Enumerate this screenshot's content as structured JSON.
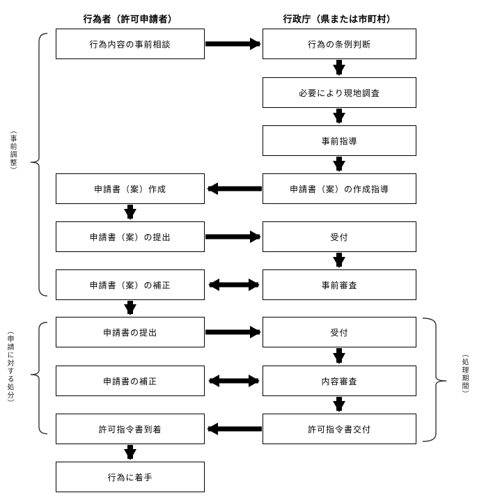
{
  "headers": {
    "actor": "行為者（許可申請者）",
    "agency": "行政庁（県または市町村）"
  },
  "side_labels": {
    "pre_coordination": "（事前調整）",
    "application_disposition": "（申請に対する処分）",
    "processing_period": "（処理期間）"
  },
  "boxes": {
    "left": [
      "行為内容の事前相談",
      "申請書（案）作成",
      "申請書（案）の提出",
      "申請書（案）の補正",
      "申請書の提出",
      "申請書の補正",
      "許可指令書到着",
      "行為に着手"
    ],
    "right": [
      "行為の条例判断",
      "必要により現地調査",
      "事前指導",
      "申請書（案）の作成指導",
      "受付",
      "事前審査",
      "受付",
      "内容審査",
      "許可指令書交付"
    ]
  },
  "flows": [
    {
      "from": "行為内容の事前相談",
      "to": "行為の条例判断",
      "direction": "right"
    },
    {
      "from": "行為の条例判断",
      "to": "必要により現地調査",
      "direction": "down"
    },
    {
      "from": "必要により現地調査",
      "to": "事前指導",
      "direction": "down"
    },
    {
      "from": "事前指導",
      "to": "申請書（案）の作成指導",
      "direction": "down"
    },
    {
      "from": "申請書（案）の作成指導",
      "to": "申請書（案）作成",
      "direction": "left"
    },
    {
      "from": "申請書（案）作成",
      "to": "申請書（案）の提出",
      "direction": "down"
    },
    {
      "from": "申請書（案）の提出",
      "to": "受付",
      "direction": "right"
    },
    {
      "from": "受付",
      "to": "事前審査",
      "direction": "down"
    },
    {
      "from": "申請書（案）の補正",
      "to": "事前審査",
      "direction": "both"
    },
    {
      "from": "申請書（案）の補正",
      "to": "申請書の提出",
      "direction": "down"
    },
    {
      "from": "申請書の提出",
      "to": "受付",
      "direction": "right"
    },
    {
      "from": "受付",
      "to": "内容審査",
      "direction": "down"
    },
    {
      "from": "申請書の補正",
      "to": "内容審査",
      "direction": "both"
    },
    {
      "from": "内容審査",
      "to": "許可指令書交付",
      "direction": "down"
    },
    {
      "from": "許可指令書交付",
      "to": "許可指令書到着",
      "direction": "left"
    },
    {
      "from": "許可指令書到着",
      "to": "行為に着手",
      "direction": "down"
    }
  ],
  "colors": {
    "line": "#000000",
    "background": "#ffffff"
  }
}
